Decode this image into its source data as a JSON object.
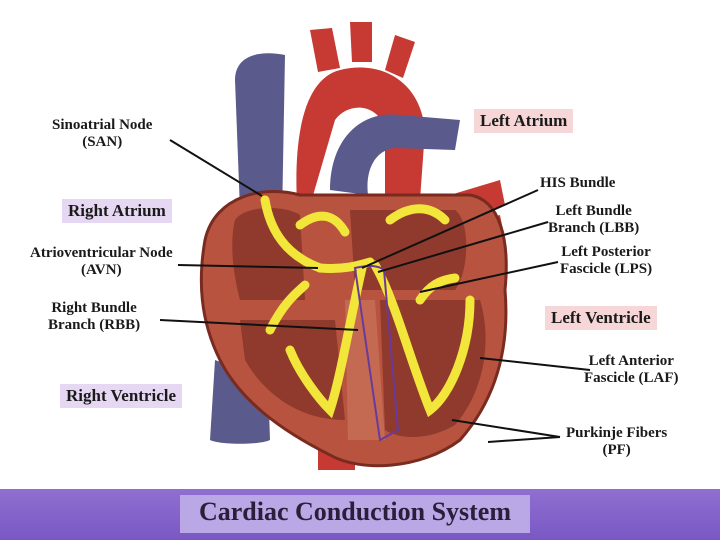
{
  "title": "Cardiac Conduction System",
  "labels": {
    "san": {
      "line1": "Sinoatrial Node",
      "line2": "(SAN)"
    },
    "right_atrium": "Right Atrium",
    "avn": {
      "line1": "Atrioventricular Node",
      "line2": "(AVN)"
    },
    "rbb": {
      "line1": "Right Bundle",
      "line2": "Branch (RBB)"
    },
    "right_ventricle": "Right Ventricle",
    "left_atrium": "Left Atrium",
    "his": "HIS Bundle",
    "lbb": {
      "line1": "Left Bundle",
      "line2": "Branch (LBB)"
    },
    "lps": {
      "line1": "Left Posterior",
      "line2": "Fascicle (LPS)"
    },
    "left_ventricle": "Left Ventricle",
    "laf": {
      "line1": "Left Anterior",
      "line2": "Fascicle (LAF)"
    },
    "pf": {
      "line1": "Purkinje Fibers",
      "line2": "(PF)"
    }
  },
  "colors": {
    "heart": "#b8533f",
    "vessel_red": "#c63a33",
    "vessel_blue": "#5a5a8c",
    "pathway": "#f3e63a",
    "label_pink": "#f6d6d6",
    "label_lavender": "#e6d8f2",
    "banner": "#7a58c4"
  }
}
